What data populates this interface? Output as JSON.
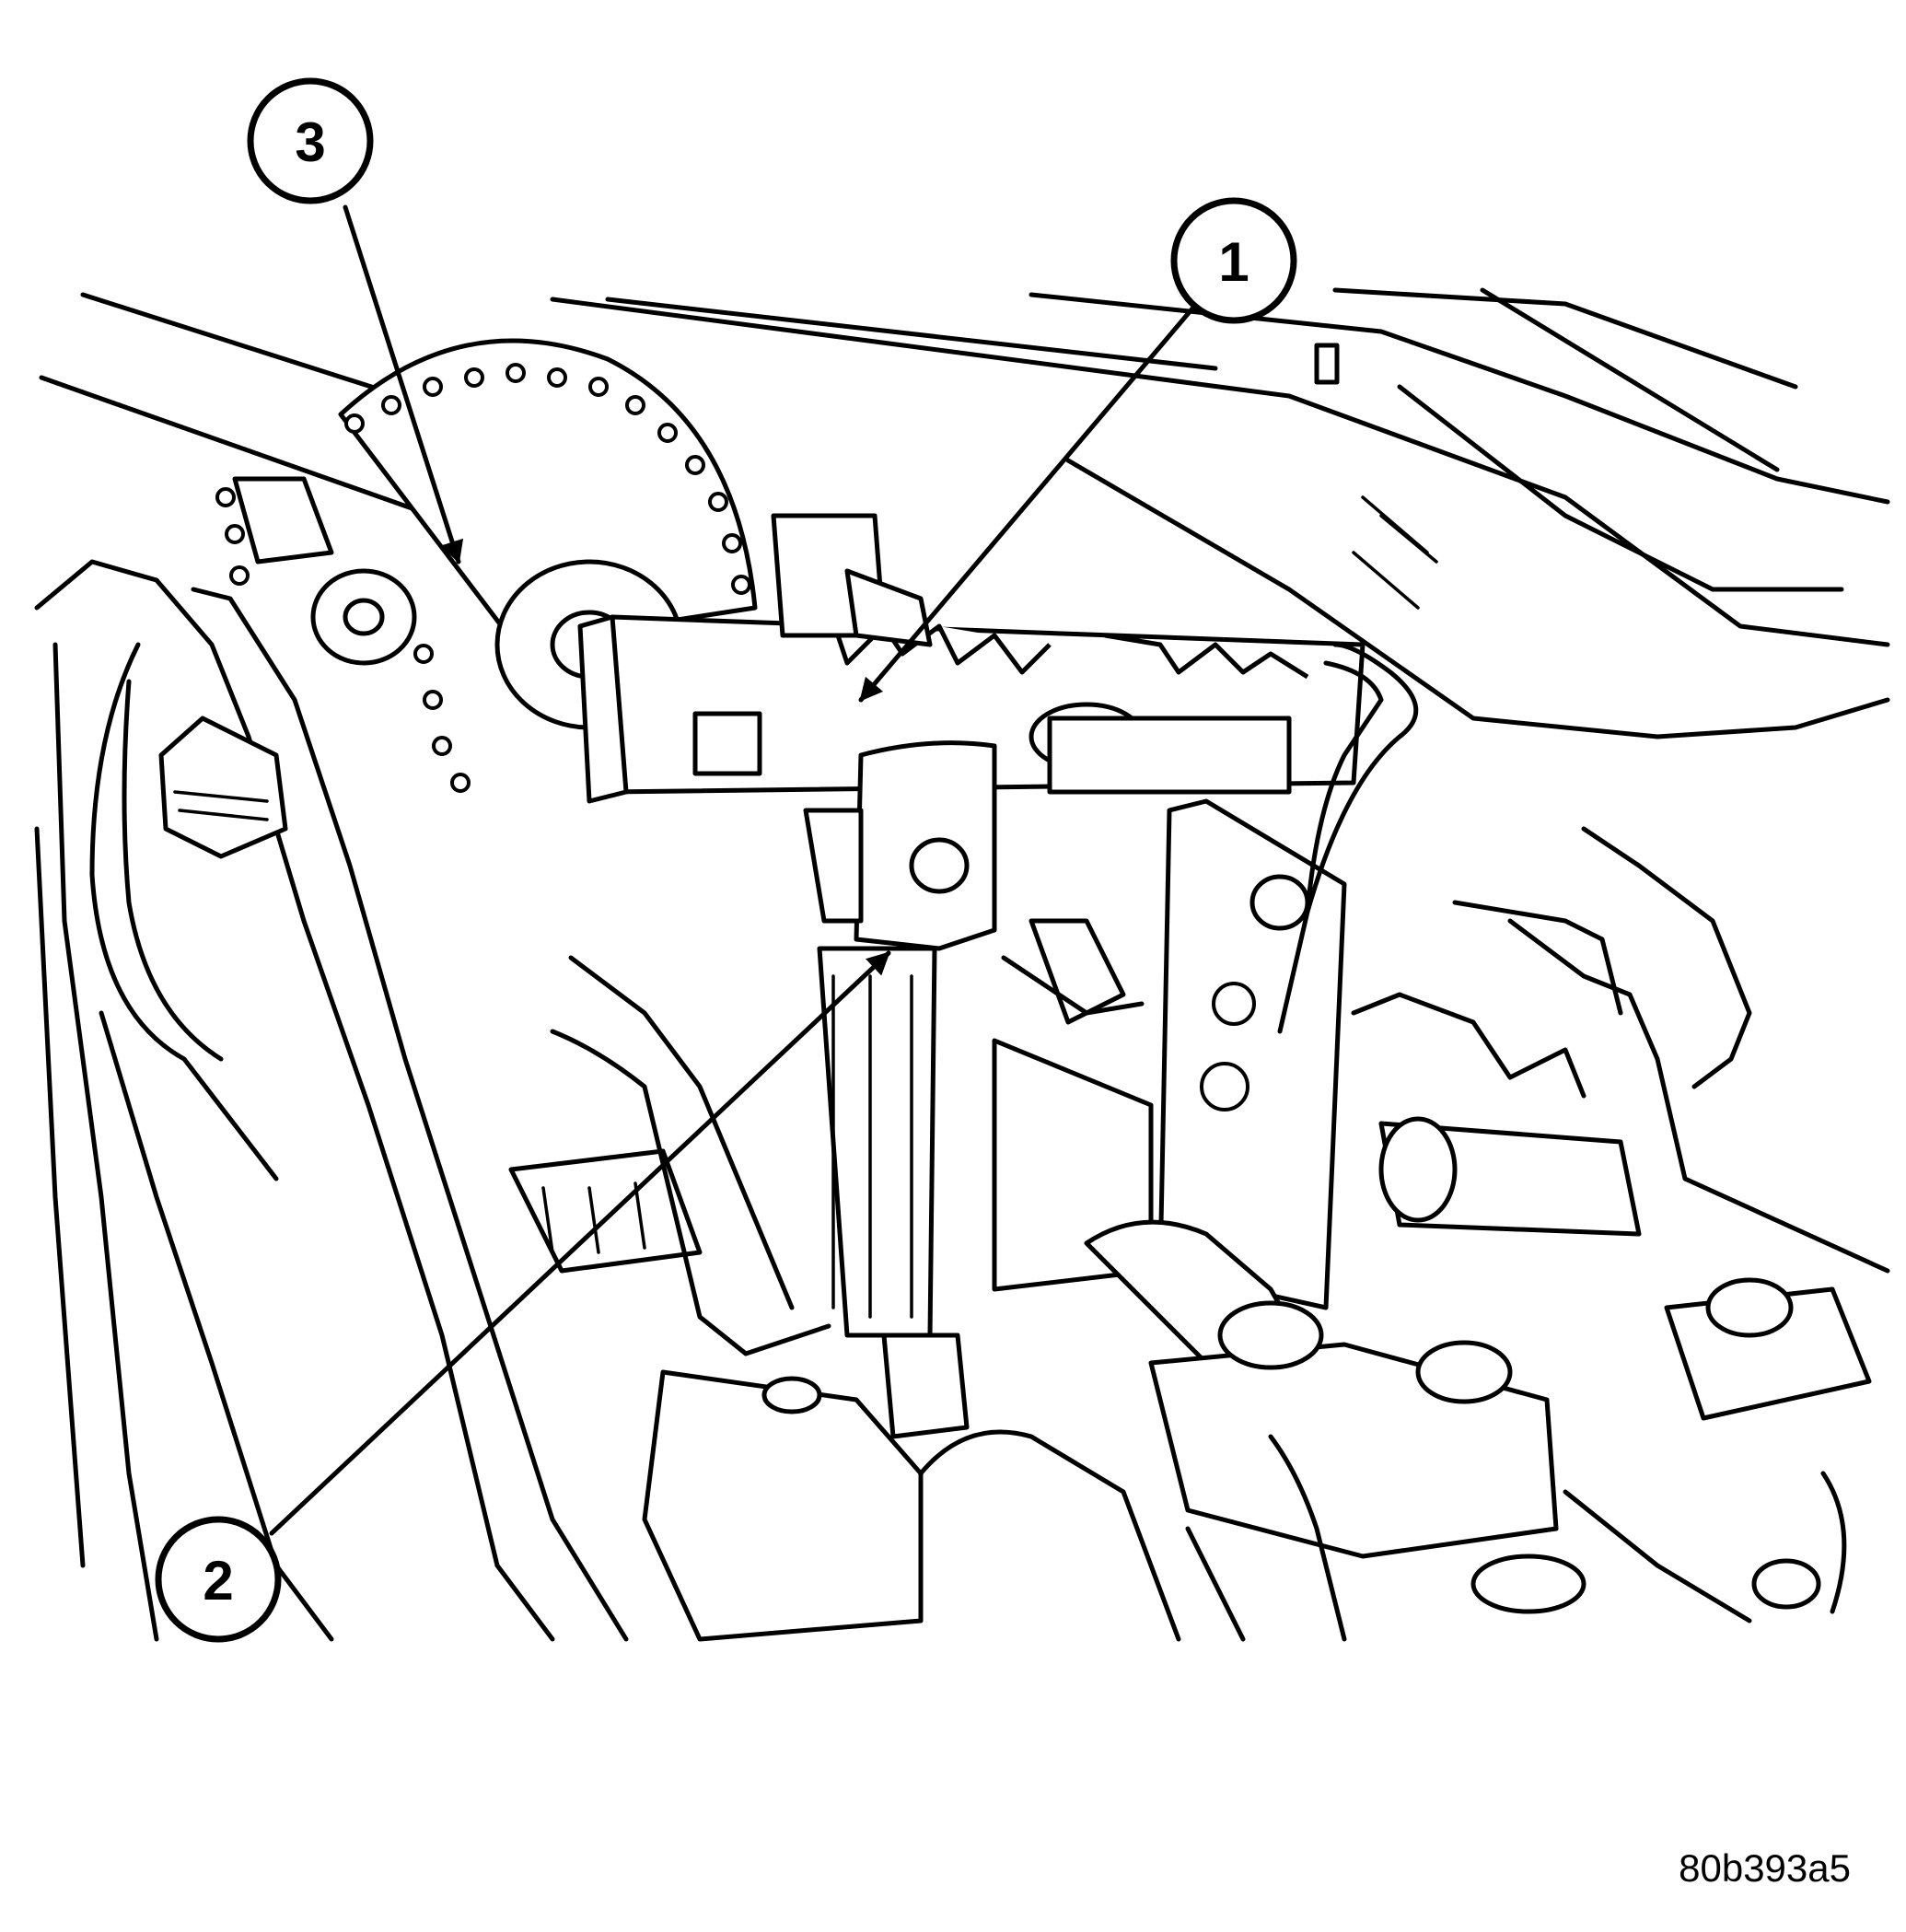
{
  "callouts": [
    {
      "id": "1",
      "label": "1"
    },
    {
      "id": "2",
      "label": "2"
    },
    {
      "id": "3",
      "label": "3"
    }
  ],
  "figure_code": "80b393a5"
}
